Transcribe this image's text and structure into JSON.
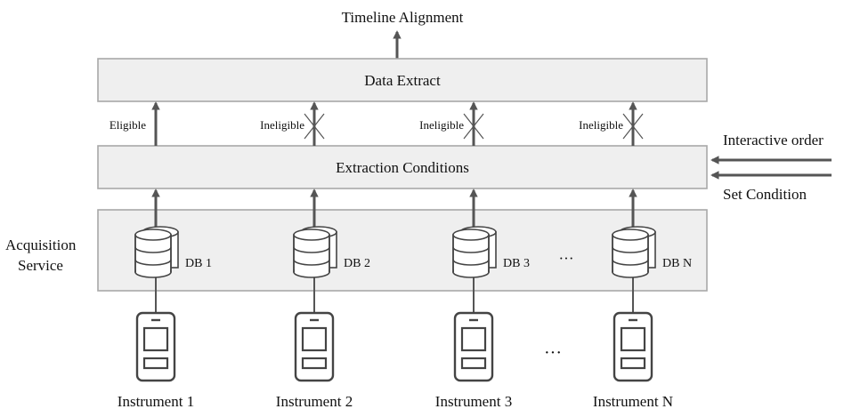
{
  "title": "Timeline Alignment",
  "data_extract": "Data Extract",
  "extraction_conditions": "Extraction Conditions",
  "acquisition_service": [
    "Acquisition",
    "Service"
  ],
  "inputs": [
    "Interactive order",
    "Set Condition"
  ],
  "dots": "···",
  "columns": [
    {
      "status": "Eligible",
      "eligible": true,
      "db": "DB 1",
      "instrument": "Instrument 1"
    },
    {
      "status": "Ineligible",
      "eligible": false,
      "db": "DB 2",
      "instrument": "Instrument 2"
    },
    {
      "status": "Ineligible",
      "eligible": false,
      "db": "DB 3",
      "instrument": "Instrument 3"
    },
    {
      "status": "Ineligible",
      "eligible": false,
      "db": "DB N",
      "instrument": "Instrument N"
    }
  ],
  "colors": {
    "box_fill": "#efefef",
    "box_stroke": "#a8a8a8",
    "arrow": "#555555"
  }
}
